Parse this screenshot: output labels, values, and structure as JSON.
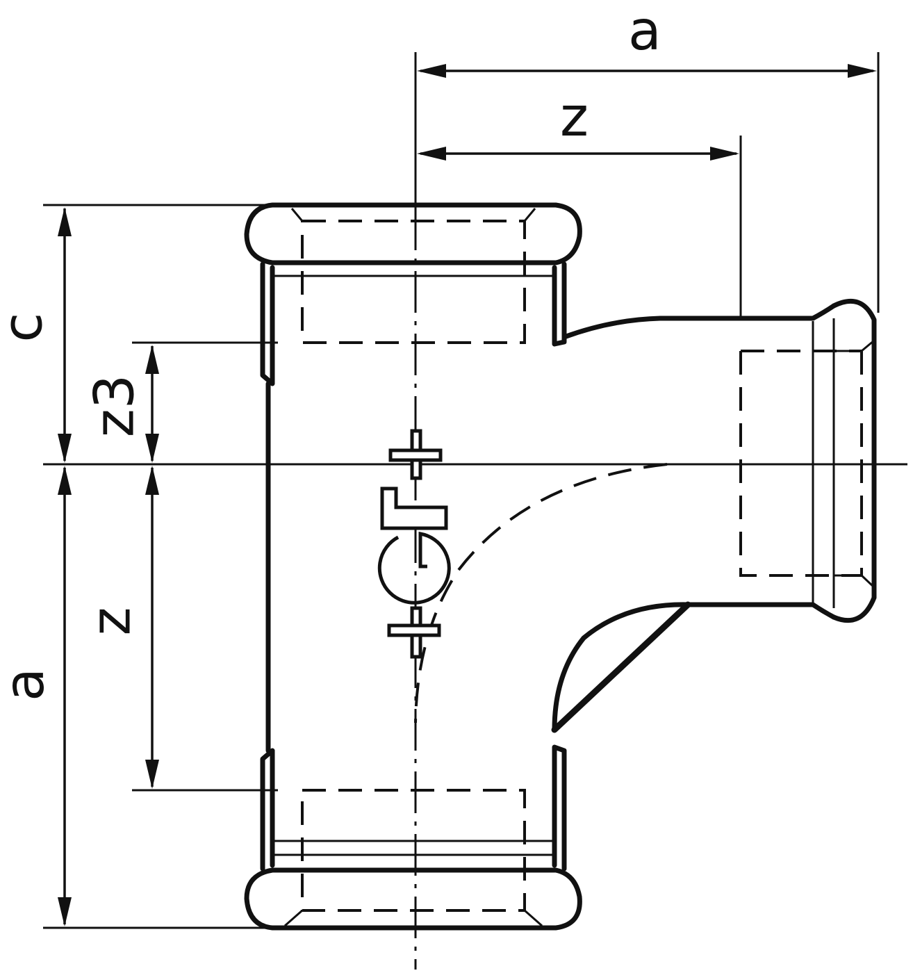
{
  "drawing": {
    "type": "technical drawing",
    "subject": "reducing tee pipe fitting (threaded)",
    "logo_text": "+GF+"
  },
  "dimensions": {
    "top_outer": {
      "label": "a"
    },
    "top_inner": {
      "label": "z"
    },
    "left_upper_outer": {
      "label": "c"
    },
    "left_upper_inner": {
      "label": "z3"
    },
    "left_lower_outer": {
      "label": "a"
    },
    "left_lower_inner": {
      "label": "z"
    }
  },
  "colors": {
    "line": "#111111",
    "background": "#ffffff"
  }
}
